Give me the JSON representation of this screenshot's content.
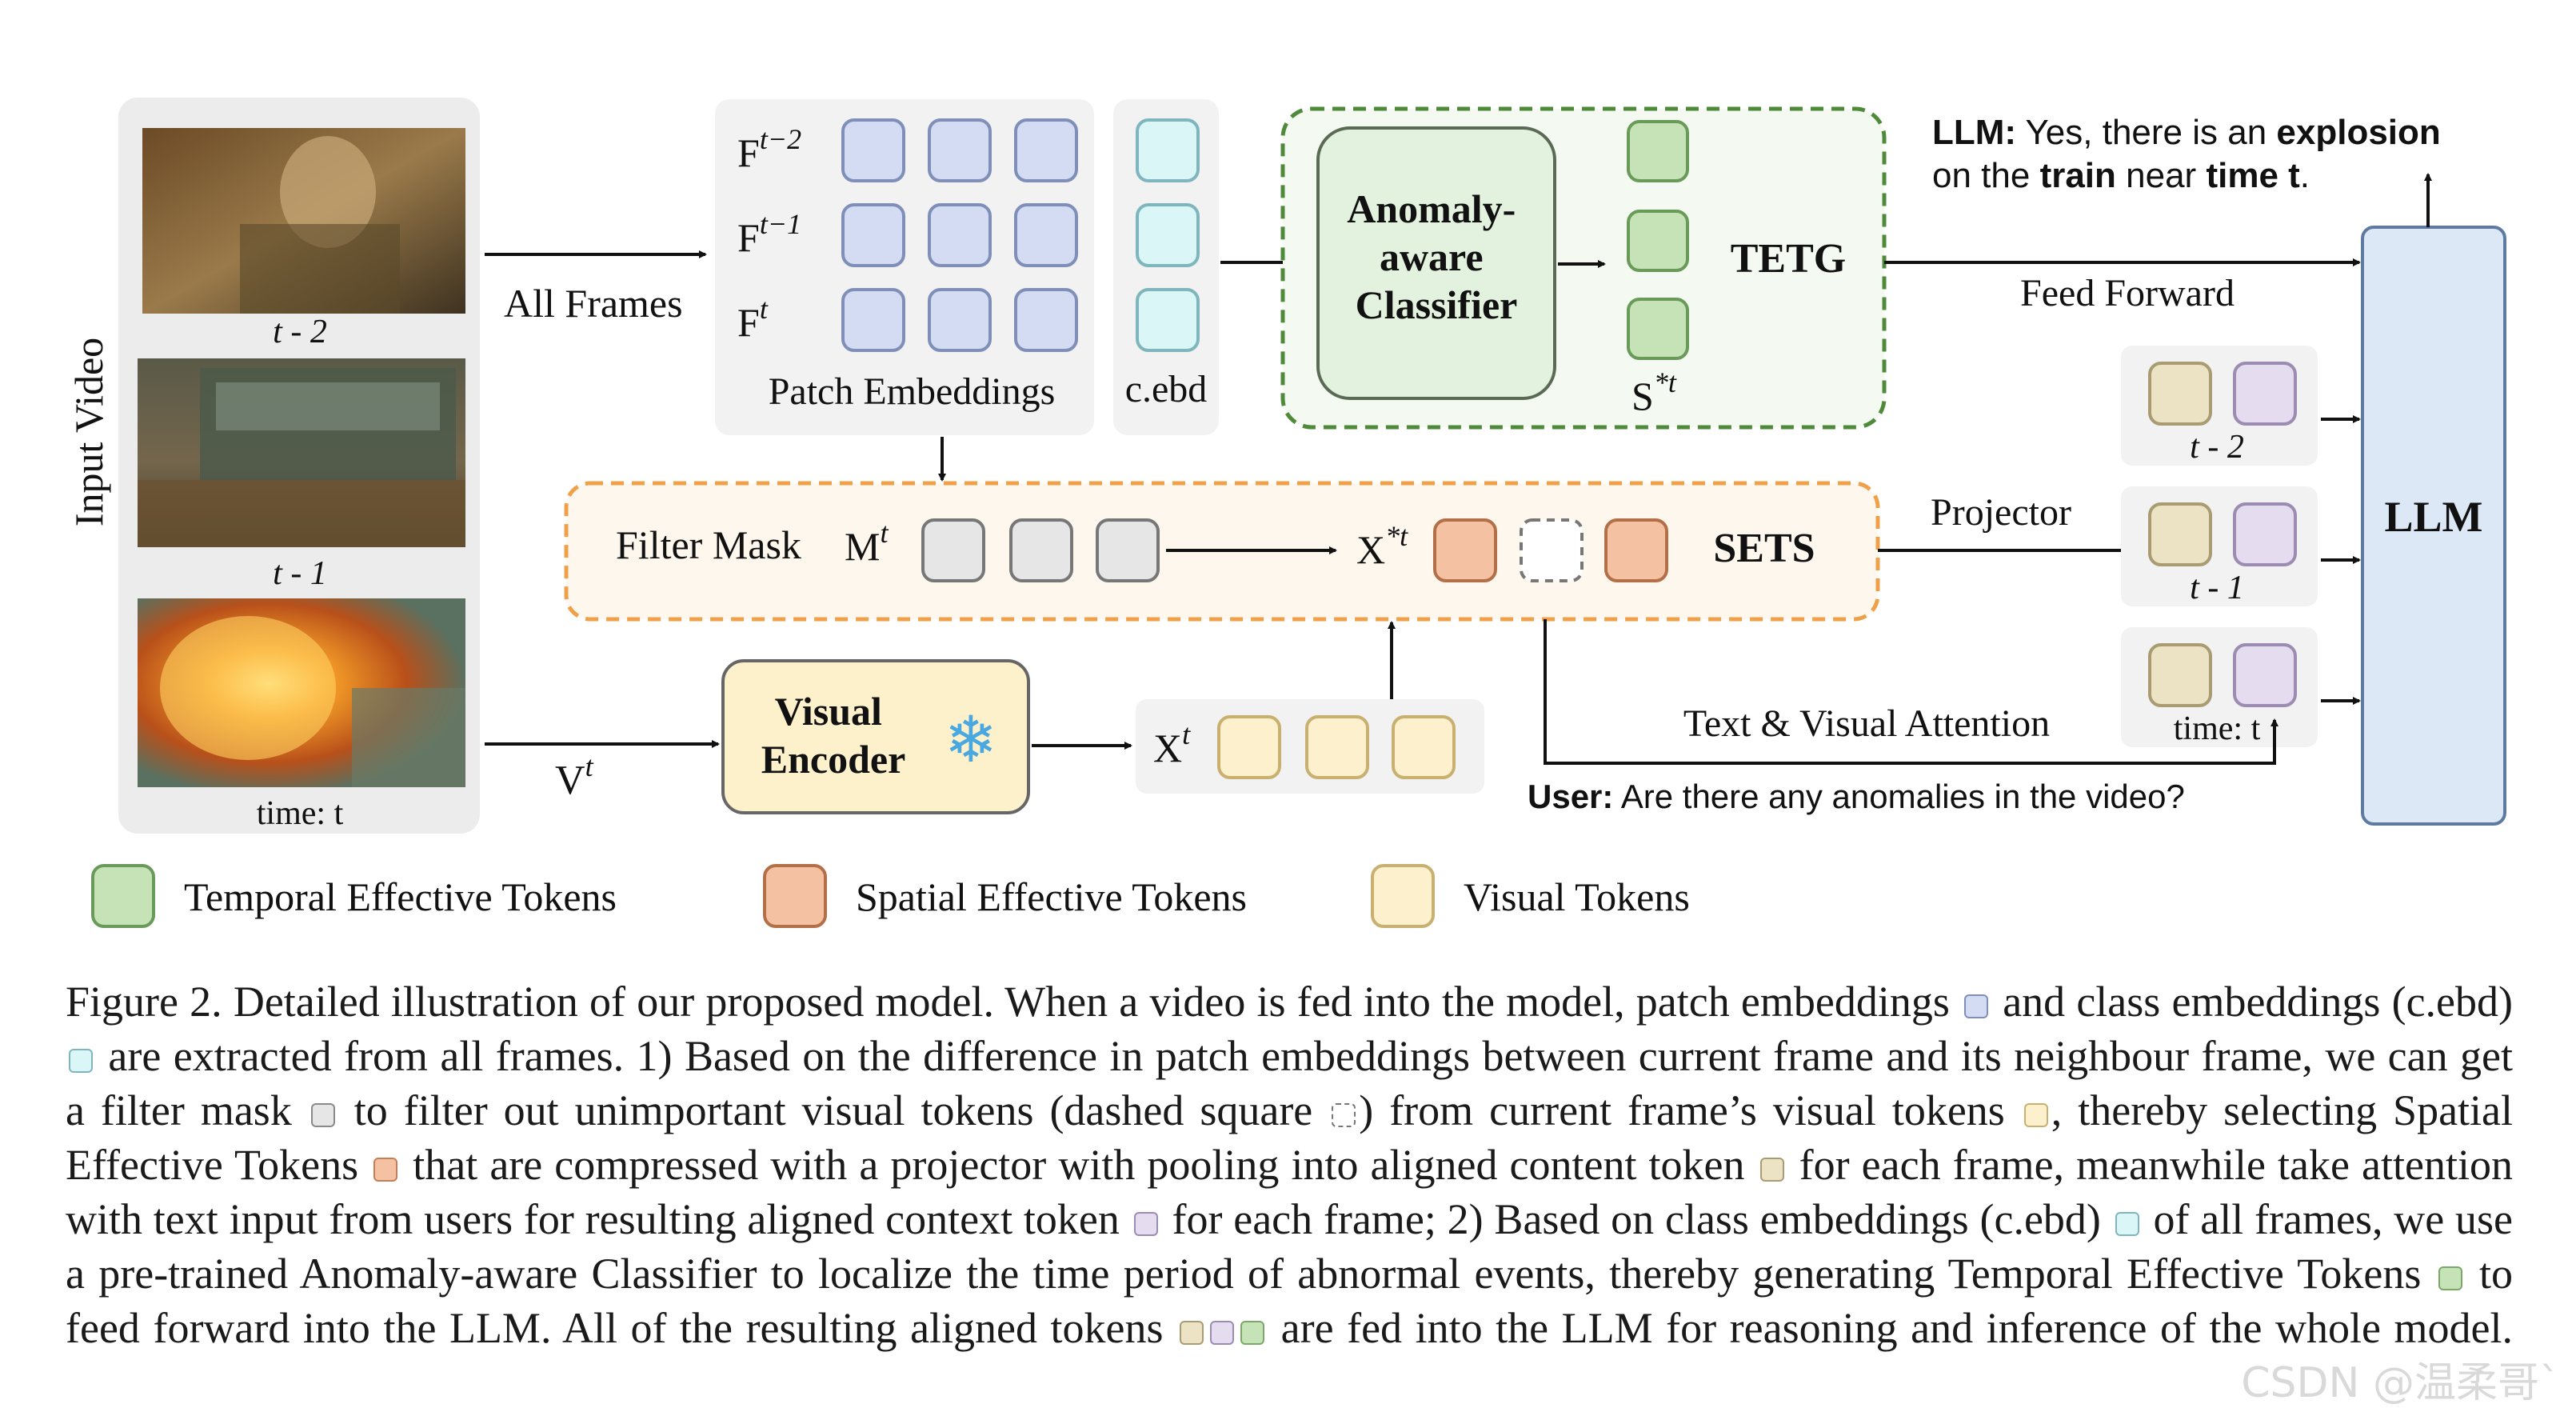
{
  "diagram": {
    "input_video_label": "Input Video",
    "frames": [
      {
        "label": "t - 2"
      },
      {
        "label": "t - 1"
      },
      {
        "label": "time: t"
      }
    ],
    "all_frames_label": "All Frames",
    "v_label": "V",
    "v_sup": "t",
    "patch": {
      "rows": [
        {
          "label": "F",
          "sup": "t−2"
        },
        {
          "label": "F",
          "sup": "t−1"
        },
        {
          "label": "F",
          "sup": "t"
        }
      ],
      "caption": "Patch Embeddings",
      "cebd_caption": "c.ebd"
    },
    "classifier": {
      "lines": [
        "Anomaly-",
        "aware",
        "Classifier"
      ],
      "s_label": "S",
      "s_sup": "*t",
      "tetg_label": "TETG"
    },
    "llm_output": {
      "prefix": "LLM:",
      "text1": " Yes, there is an ",
      "bold1": "explosion",
      "text2": "on the ",
      "bold2": "train",
      "text3": " near ",
      "bold3": "time t",
      "text4": "."
    },
    "feed_forward_label": "Feed Forward",
    "llm_label": "LLM",
    "sets": {
      "filter_mask_label": "Filter Mask",
      "m_label": "M",
      "m_sup": "t",
      "x_label": "X",
      "x_sup": "*t",
      "sets_label": "SETS"
    },
    "projector_label": "Projector",
    "aligned_tokens": [
      {
        "label": "t - 2"
      },
      {
        "label": "t - 1"
      },
      {
        "label": "time: t"
      }
    ],
    "visual_encoder": {
      "lines": [
        "Visual",
        "Encoder"
      ],
      "snowflake": "❄"
    },
    "xt": {
      "label": "X",
      "sup": "t"
    },
    "text_visual_attention_label": "Text & Visual Attention",
    "user_query": {
      "prefix": "User:",
      "text": " Are there any anomalies in the video?"
    },
    "legend": [
      {
        "label": "Temporal Effective Tokens"
      },
      {
        "label": "Spatial  Effective Tokens"
      },
      {
        "label": "Visual Tokens"
      }
    ],
    "colors": {
      "patch": "#d3dcf2",
      "cls": "#dbf6f6",
      "temporal": "#c6e3b8",
      "spatial": "#f5c1a3",
      "visual": "#fdf0cc",
      "aligned": "#ece2c4",
      "context": "#e5dcf0",
      "filter": "#e6e6e6",
      "llm": "#dde8f6",
      "classifier": "#e3f2de",
      "tetg_border": "#4e8a3a",
      "sets_border": "#f0a048",
      "encoder": "#fdf1cc"
    }
  },
  "caption": {
    "l1a": "Figure 2. Detailed illustration of our proposed model. When a video is fed into the model, patch embeddings",
    "l1b": "and class embeddings (c.ebd)",
    "l2a": "are extracted from all frames. 1) Based on the difference in patch embeddings between current frame and its neighbour frame, we can get",
    "l3a": "a filter mask",
    "l3b": "to filter out unimportant visual tokens (dashed square",
    "l3c": ") from current frame’s visual tokens",
    "l3d": ", thereby selecting Spatial",
    "l4a": "Effective Tokens",
    "l4b": "that are compressed with a projector with pooling into aligned content token",
    "l4c": "for each frame, meanwhile take attention",
    "l5a": "with text input from users for resulting aligned context token",
    "l5b": "for each frame; 2) Based on class embeddings (c.ebd)",
    "l5c": "of all frames, we use",
    "l6a": "a pre-trained Anomaly-aware Classifier to localize the time period of abnormal events, thereby generating Temporal Effective Tokens",
    "l6b": "to",
    "l7a": "feed forward into the LLM. All of the resulting aligned tokens",
    "l7b": "are fed into the LLM for reasoning and inference of the whole model."
  },
  "watermark": "CSDN @温柔哥`"
}
